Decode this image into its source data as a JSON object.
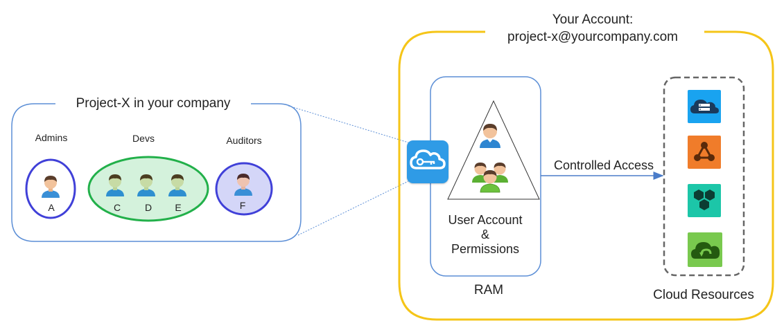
{
  "account": {
    "title_line1": "Your Account:",
    "title_line2": "project-x@yourcompany.com"
  },
  "project": {
    "title": "Project-X in your company",
    "groups": [
      {
        "label": "Admins",
        "users": [
          "A"
        ]
      },
      {
        "label": "Devs",
        "users": [
          "C",
          "D",
          "E"
        ]
      },
      {
        "label": "Auditors",
        "users": [
          "F"
        ]
      }
    ]
  },
  "ram": {
    "box_line1": "User Account",
    "box_line2": "&",
    "box_line3": "Permissions",
    "label": "RAM"
  },
  "arrow": {
    "label": "Controlled Access"
  },
  "resources": {
    "label": "Cloud Resources"
  },
  "colors": {
    "account_border": "#f5c518",
    "project_border": "#5b8ed6",
    "admins_ring": "#4040d8",
    "devs_ring": "#22b04a",
    "devs_fill": "#d4f2dc",
    "auditors_fill": "#d4d6f8",
    "ram_icon": "#2f9be6",
    "arrow": "#4a7cc9"
  },
  "icons": [
    "ram-cloud-key-icon",
    "cloud-server-icon",
    "network-nodes-icon",
    "hexagon-cluster-icon",
    "cloud-refresh-icon"
  ]
}
